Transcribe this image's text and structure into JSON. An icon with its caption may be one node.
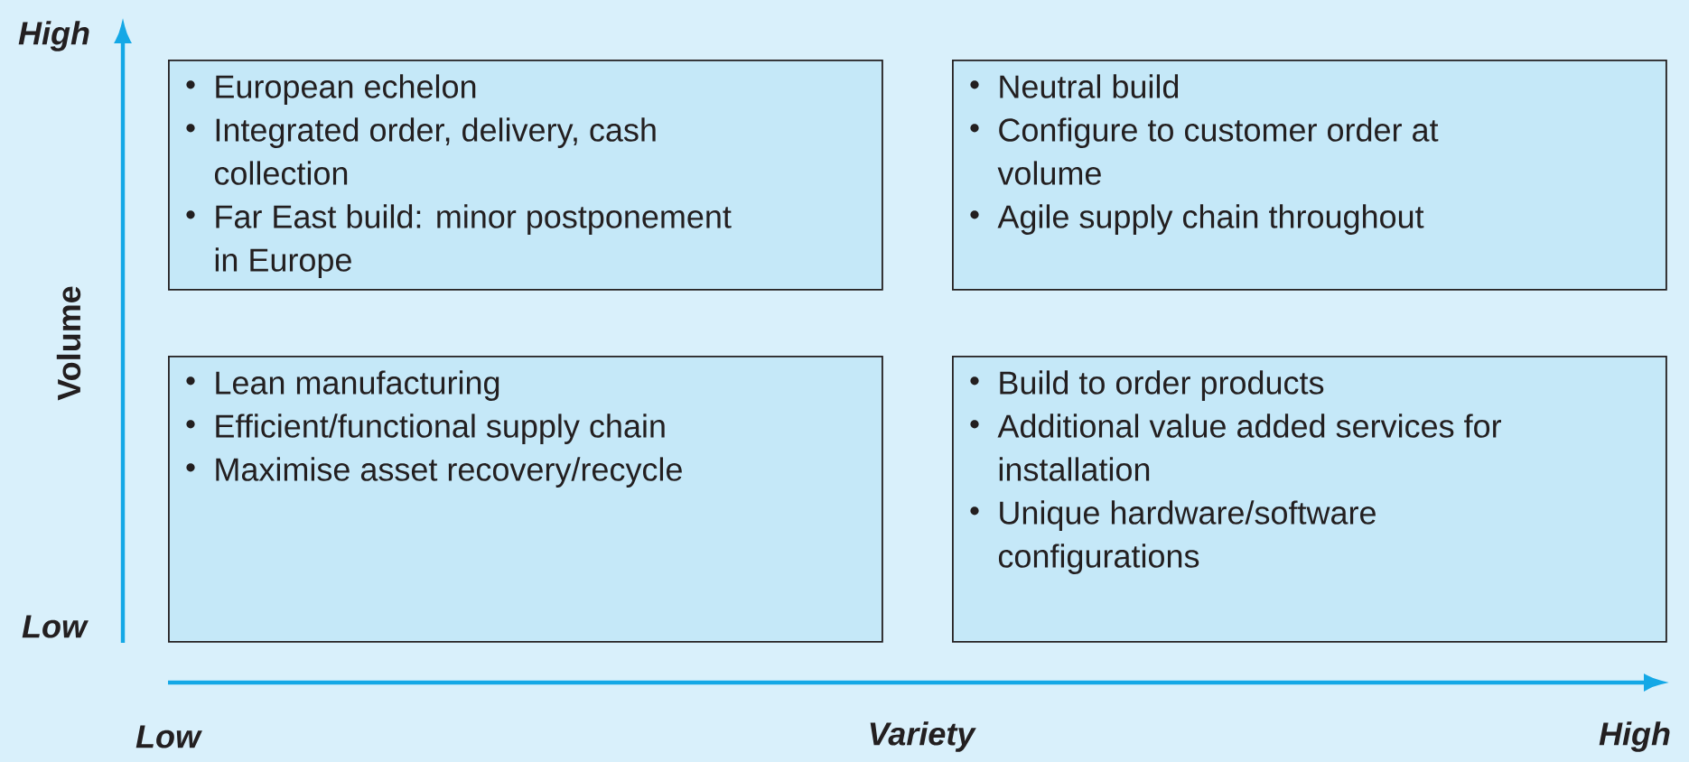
{
  "diagram": {
    "nodes": [
      {
        "text": [
          "European echelon",
          "Integrated order, delivery, cash collection",
          "Far East build: minor postponement in Europe"
        ]
      },
      {
        "text": [
          "Neutral build",
          "Configure to customer order at volume",
          "Agile supply chain throughout"
        ]
      },
      {
        "text": [
          "Lean manufacturing",
          "Efficient/functional supply chain",
          "Maximise asset recovery/recycle"
        ]
      },
      {
        "text": [
          "Build to order products",
          "Additional value added services for installation",
          "Unique hardware/software configurations"
        ]
      }
    ],
    "labels": [
      "High",
      "Volume",
      "Low",
      "Low",
      "Variety",
      "High"
    ]
  }
}
